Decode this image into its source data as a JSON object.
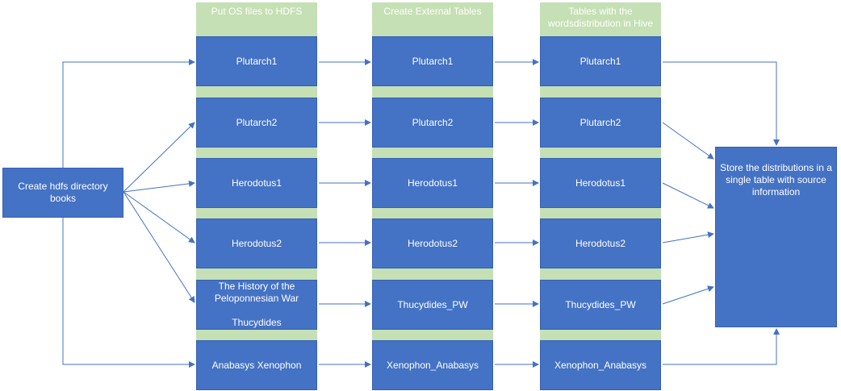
{
  "colors": {
    "box": "#4472c4",
    "column": "#c5e0b4",
    "arrow": "#4472c4",
    "text": "#ffffff"
  },
  "start": {
    "line1": "Create hdfs directory",
    "line2": "books"
  },
  "columns": [
    {
      "header": [
        "Put OS files to HDFS"
      ],
      "items": [
        "Plutarch1",
        "Plutarch2",
        "Herodotus1",
        "Herodotus2",
        "The History of the Peloponnesian War",
        "Anabasys Xenophon"
      ],
      "thucydides_author": "Thucydides"
    },
    {
      "header": [
        "Create External Tables"
      ],
      "items": [
        "Plutarch1",
        "Plutarch2",
        "Herodotus1",
        "Herodotus2",
        "Thucydides_PW",
        "Xenophon_Anabasys"
      ]
    },
    {
      "header": [
        "Tables with  the words",
        "distribution in Hive"
      ],
      "items": [
        "Plutarch1",
        "Plutarch2",
        "Herodotus1",
        "Herodotus2",
        "Thucydides_PW",
        "Xenophon_Anabasys"
      ]
    }
  ],
  "final": {
    "text": "Store the distributions in a single table with source information"
  }
}
